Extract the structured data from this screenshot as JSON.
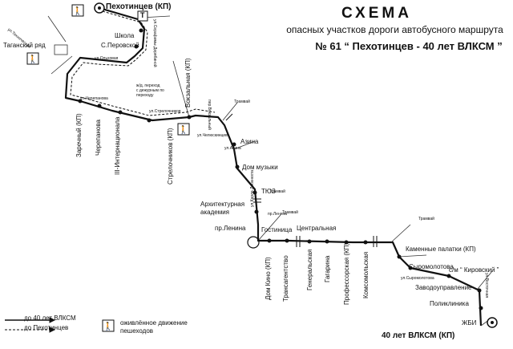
{
  "header": {
    "title": "СХЕМА",
    "subtitle": "опасных участков дороги автобусного маршрута",
    "route": "№ 61 “ Пехотинцев  -  40 лет ВЛКСМ ”"
  },
  "terminals": {
    "start": "Пехотинцев (КП)",
    "end": "40 лет ВЛКСМ (КП)"
  },
  "stops": {
    "shkola": "Школа",
    "s_perovskoy": "С.Перовской",
    "taganskiy_ryad": "Таганский ряд",
    "azina": "Азина",
    "dom_muzyki": "Дом музыки",
    "tyuz": "ТЮЗ",
    "arch_academy_1": "Архитектурная",
    "arch_academy_2": "академия",
    "pr_lenina": "пр.Ленина",
    "gostinitsa": "Гостиница",
    "tsentralnaya": "Центральная",
    "kamennye_palatki": "Каменные палатки (КП)",
    "syromolotova": "Сыромолотова",
    "sm_kirovskiy": "с/м “ Кировский ”",
    "zavodoupravlenie": "Заводоуправление",
    "poliklinika": "Поликлиника",
    "zhbi": "ЖБИ"
  },
  "vertical_stops": {
    "dom_kino": "Дом Кино (КП)",
    "transagentstvo": "Трансагентство",
    "generalskaya": "Генеральская",
    "gagarina": "Гагарина",
    "professorskaya": "Профессорская (КП)",
    "komsomolskaya": "Комсомольская",
    "zarechnyy": "Заречный (КП)",
    "cherepanova": "Черепанова",
    "iii_internatsionala": "III-Интернационала",
    "strelochnikov": "Стрелочников (КП)",
    "vokzalnaya": "Вокзальная (КП)"
  },
  "small_labels": {
    "ul_tekhnicheskaya": "ул.Техническая",
    "ul_olkovaya": "ул.Ольховая",
    "ul_serafimy": "ул.Серафимы Дерябиной",
    "ul_cherepanova": "ул.Черепанова",
    "ul_strelochnikov": "ул.Стрелочников",
    "ul_chelyuskintsev": "ул.Челюскинцев",
    "ul_azina": "ул.Азина",
    "per_vokzalny": "пер.Вокзальный",
    "zh_d_perekhod": "ж/д. переход",
    "s_dezhurnym": "с дежурным по",
    "perekhodu": "переходу",
    "ul_karla_libknekhta": "ул.Карла Либкнехта",
    "ul_syromolotova": "ул.Сыромолотова",
    "pr_lenina_small": "пр.Ленина",
    "ul_vostochnaya": "ул.Восточная",
    "tramvay_1": "Трамвай",
    "tramvay_2": "Трамвай",
    "tramvay_3": "Трамвай",
    "tramvay_4": "Трамвай"
  },
  "legend": {
    "to_40_let": "до 40 лет ВЛКСМ",
    "to_pekhotintsev": "до Пехотинцев",
    "pedestrians_1": "оживлённое движение",
    "pedestrians_2": "пешеходов"
  },
  "signs": {
    "terminal_letter": "Т"
  }
}
